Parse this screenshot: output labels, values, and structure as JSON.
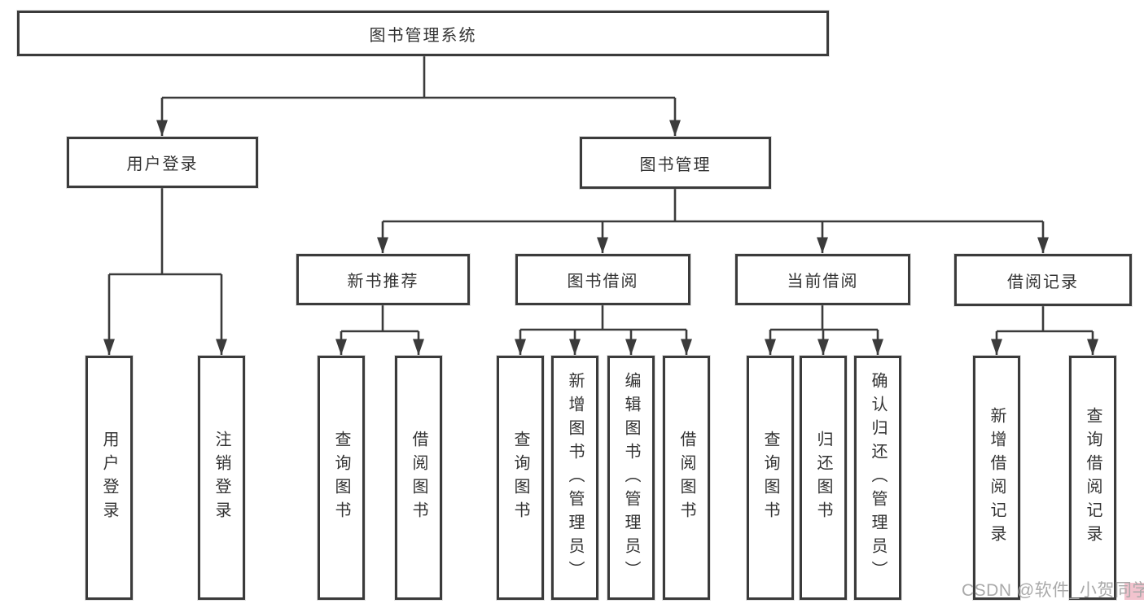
{
  "page": {
    "background": "#ffffff"
  },
  "colors": {
    "line": "#3b3b3b",
    "box_border": "#3b3b3b",
    "box_fill": "#ffffff",
    "text": "#333333",
    "watermark_text": "#a9a9a9",
    "watermark_accent": "#f2c3ce"
  },
  "tree": {
    "root": "图书管理系统",
    "branches": [
      {
        "label": "用户登录",
        "children": [
          {
            "label": "用户登录"
          },
          {
            "label": "注销登录"
          }
        ]
      },
      {
        "label": "图书管理",
        "children": [
          {
            "label": "新书推荐",
            "children": [
              {
                "label": "查询图书"
              },
              {
                "label": "借阅图书"
              }
            ]
          },
          {
            "label": "图书借阅",
            "children": [
              {
                "label": "查询图书"
              },
              {
                "label": "新增图书（管理员）"
              },
              {
                "label": "编辑图书（管理员）"
              },
              {
                "label": "借阅图书"
              }
            ]
          },
          {
            "label": "当前借阅",
            "children": [
              {
                "label": "查询图书"
              },
              {
                "label": "归还图书"
              },
              {
                "label": "确认归还（管理员）"
              }
            ]
          },
          {
            "label": "借阅记录",
            "children": [
              {
                "label": "新增借阅记录"
              },
              {
                "label": "查询借阅记录"
              }
            ]
          }
        ]
      }
    ]
  },
  "watermark": {
    "text": "CSDN @软件_小贺同学"
  }
}
